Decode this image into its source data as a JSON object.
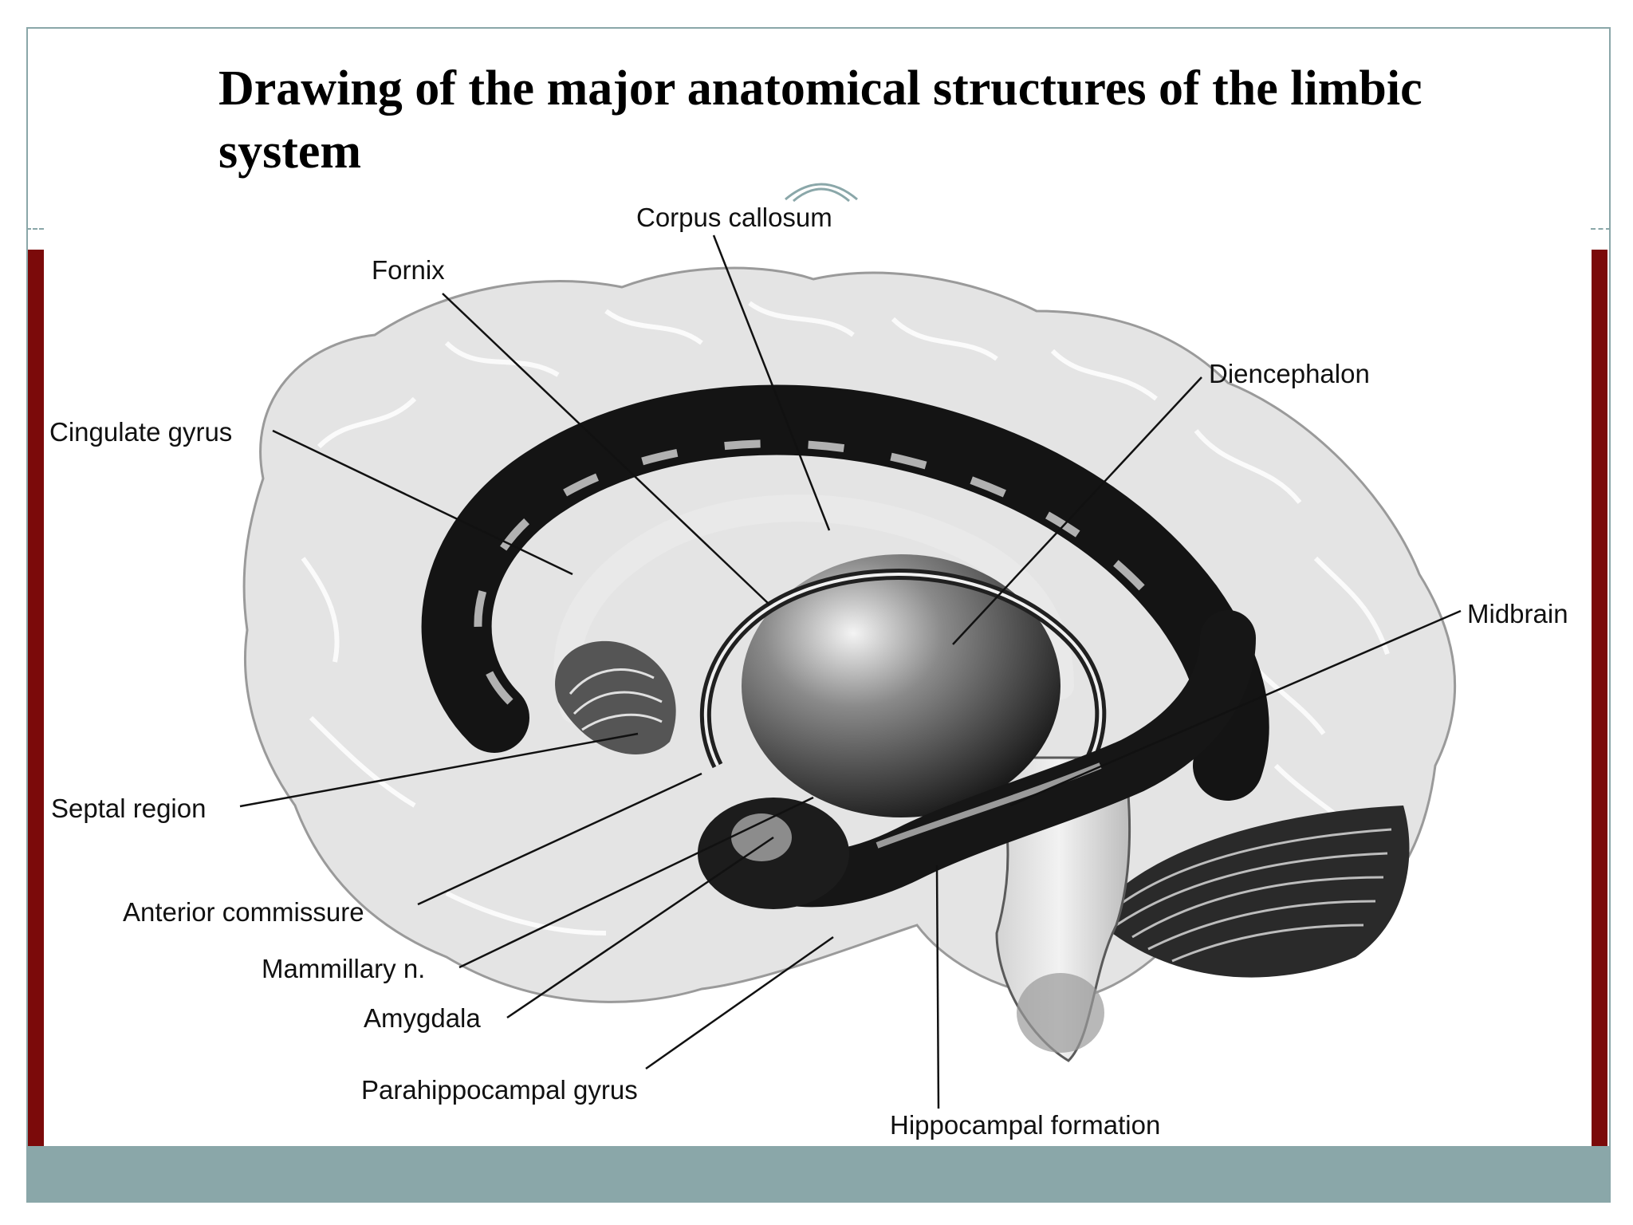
{
  "title": "Drawing of the major anatomical structures of the limbic system",
  "colors": {
    "frame": "#8aa7a9",
    "side_bars": "#7b0a0a",
    "footer_band": "#8aa7a9",
    "brain_light": "#e4e4e4",
    "limbic_dark": "#111111"
  },
  "labels": {
    "corpus_callosum": "Corpus callosum",
    "fornix": "Fornix",
    "diencephalon": "Diencephalon",
    "cingulate_gyrus": "Cingulate gyrus",
    "midbrain": "Midbrain",
    "septal_region": "Septal region",
    "anterior_commissure": "Anterior commissure",
    "mammillary_n": "Mammillary n.",
    "amygdala": "Amygdala",
    "parahippocampal_gyrus": "Parahippocampal gyrus",
    "hippocampal_formation": "Hippocampal formation"
  }
}
